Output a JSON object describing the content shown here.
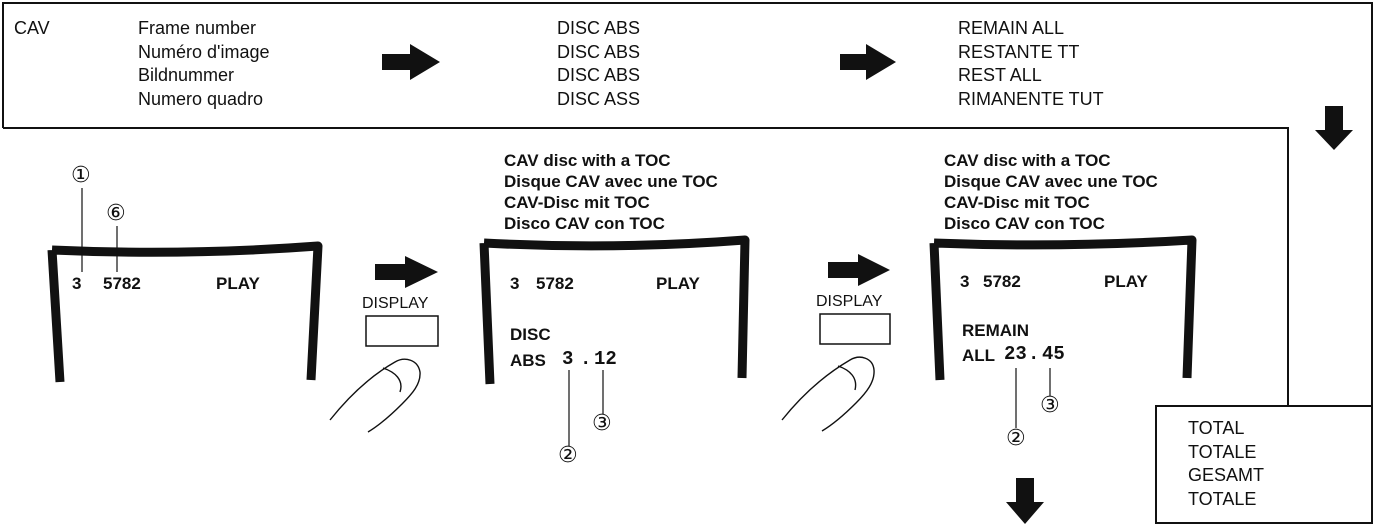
{
  "top": {
    "cav_label": "CAV",
    "col1": [
      "Frame number",
      "Numéro d'image",
      "Bildnummer",
      "Numero quadro"
    ],
    "col2": [
      "DISC ABS",
      "DISC ABS",
      "DISC ABS",
      "DISC ASS"
    ],
    "col3": [
      "REMAIN ALL",
      "RESTANTE TT",
      "REST ALL",
      "RIMANENTE TUT"
    ]
  },
  "total_box": [
    "TOTAL",
    "TOTALE",
    "GESAMT",
    "TOTALE"
  ],
  "screen1": {
    "track": "3",
    "frame": "5782",
    "status": "PLAY",
    "callout_1": "①",
    "callout_6": "⑥"
  },
  "display_button": {
    "label": "DISPLAY"
  },
  "screen2": {
    "heading": [
      "CAV disc with a TOC",
      "Disque CAV avec une TOC",
      "CAV-Disc mit TOC",
      "Disco CAV con TOC"
    ],
    "track": "3",
    "frame": "5782",
    "status": "PLAY",
    "mode_line1": "DISC",
    "mode_line2": "ABS",
    "time_min": "3",
    "time_dot": ".",
    "time_sec": "12",
    "callout_2": "②",
    "callout_3": "③"
  },
  "screen3": {
    "heading": [
      "CAV disc with a TOC",
      "Disque CAV avec une TOC",
      "CAV-Disc mit TOC",
      "Disco CAV con TOC"
    ],
    "track": "3",
    "frame": "5782",
    "status": "PLAY",
    "mode_line1": "REMAIN",
    "mode_line2": "ALL",
    "time_min": "23",
    "time_dot": ".",
    "time_sec": "45",
    "callout_2": "②",
    "callout_3": "③"
  }
}
